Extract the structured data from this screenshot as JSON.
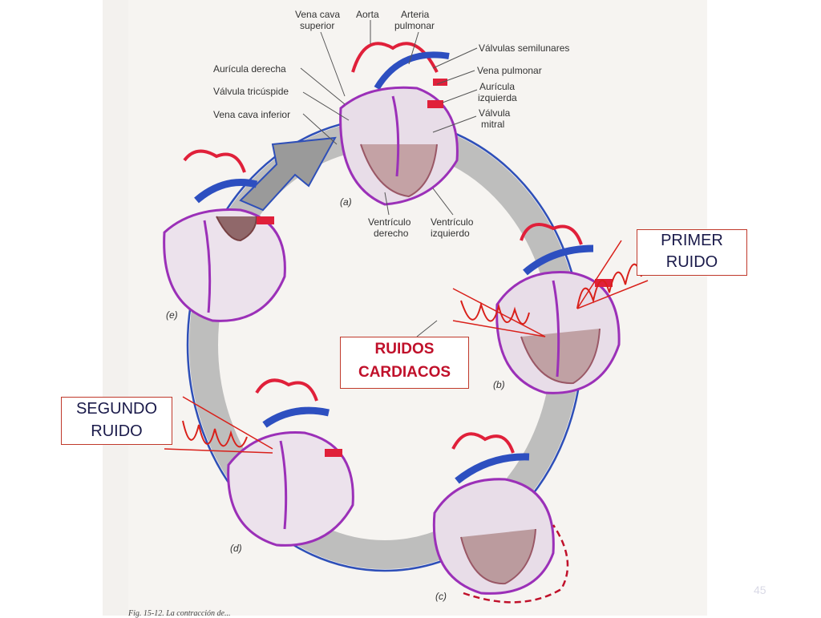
{
  "anatomy_labels": {
    "vena_cava_superior_1": "Vena cava",
    "vena_cava_superior_2": "superior",
    "aorta": "Aorta",
    "arteria_pulmonar_1": "Arteria",
    "arteria_pulmonar_2": "pulmonar",
    "valvulas_semilunares": "Válvulas semilunares",
    "vena_pulmonar": "Vena pulmonar",
    "auricula_derecha": "Aurícula derecha",
    "auricula_izquierda_1": "Aurícula",
    "auricula_izquierda_2": "izquierda",
    "valvula_tricuspide": "Válvula tricúspide",
    "valvula_mitral_1": "Válvula",
    "valvula_mitral_2": "mitral",
    "vena_cava_inferior": "Vena cava inferior",
    "ventriculo_derecho_1": "Ventrículo",
    "ventriculo_derecho_2": "derecho",
    "ventriculo_izquierdo_1": "Ventrículo",
    "ventriculo_izquierdo_2": "izquierdo"
  },
  "stage_labels": {
    "a": "(a)",
    "b": "(b)",
    "c": "(c)",
    "d": "(d)",
    "e": "(e)"
  },
  "callouts": {
    "primer_1": "PRIMER",
    "primer_2": "RUIDO",
    "segundo_1": "SEGUNDO",
    "segundo_2": "RUIDO",
    "ruidos_1": "RUIDOS",
    "ruidos_2": "CARDIACOS"
  },
  "slide_number": "45",
  "caption": "Fig. 15-12. La contracción de..."
}
